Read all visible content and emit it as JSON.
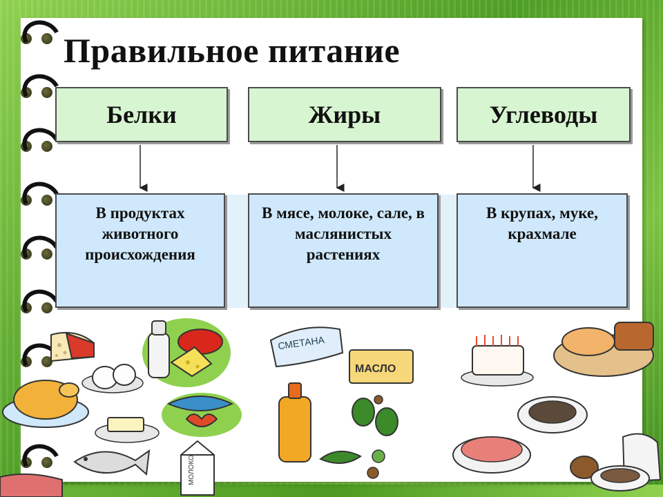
{
  "title": "Правильное питание",
  "columns": [
    {
      "heading": "Белки",
      "description": "В продуктах животного происхождения"
    },
    {
      "heading": "Жиры",
      "description": "В мясе, молоке, сале, в маслянистых растениях"
    },
    {
      "heading": "Углеводы",
      "description": "В крупах, муке, крахмале"
    }
  ],
  "labels": {
    "smetana": "СМЕТАНА",
    "maslo": "МАСЛО",
    "moloko": "МОЛОКО"
  },
  "colors": {
    "heading_fill": "#d7f5d1",
    "description_fill": "#cfe8fb",
    "frame_green": "#5faa2e"
  }
}
